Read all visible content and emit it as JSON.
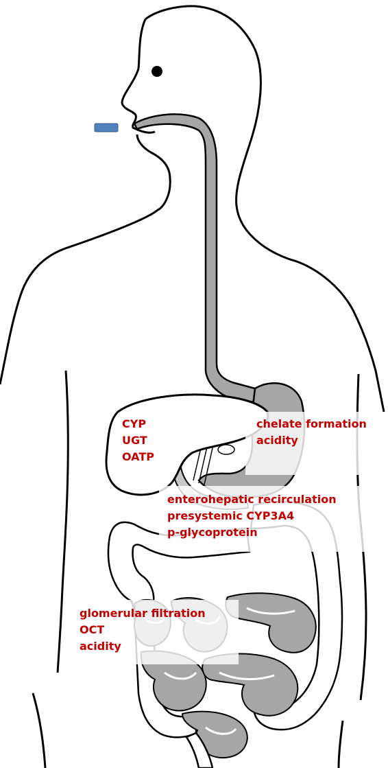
{
  "colors": {
    "outline": "#000000",
    "organ_fill": "#a6a6a6",
    "pill": "#4f81bd",
    "pill_stroke": "#385d8a",
    "label_text": "#c00000"
  },
  "labels": {
    "liver": [
      "CYP",
      "UGT",
      "OATP"
    ],
    "stomach": [
      "chelate formation",
      "acidity"
    ],
    "small_intestine": [
      "enterohepatic recirculation",
      "presystemic CYP3A4",
      "p-glycoprotein"
    ],
    "kidney": [
      "glomerular filtration",
      "OCT",
      "acidity"
    ]
  }
}
